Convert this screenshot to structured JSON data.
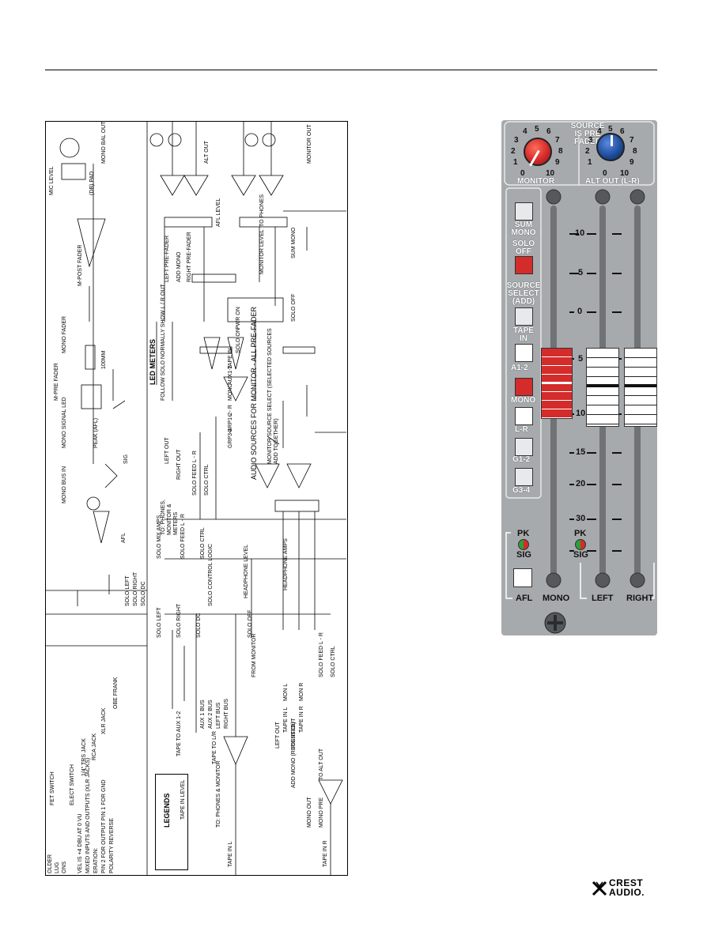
{
  "schematic": {
    "legend_title": "LEGENDS",
    "legend_items": [
      "FET SWITCH",
      "ELECT SWITCH",
      "1/4\" TRS JACK",
      "RCA JACK",
      "XLR JACK",
      "OBE FRANK"
    ],
    "legend_left_fragments": [
      "OLDER",
      "LUG",
      "ONS"
    ],
    "notes": [
      "VEL IS +4 dBu AT 0 VU",
      "MIXED INPUTS AND OUTPUTS (XLR JACKS)",
      "PIN 2 FOR OUTPUT PIN 1 FOR GND",
      "ERATION:",
      "POLARITY REVERSE"
    ],
    "mic_section": [
      "MIC LEVEL",
      "MONO BAL OUT",
      "(DB) PAD",
      "M-POST FADER",
      "MONO FADER",
      "100MM",
      "M-PRE FADER",
      "MONO SIGNAL LED",
      "PEAK (AFL)",
      "SIG",
      "MONO BUS IN",
      "AFL"
    ],
    "solo_bus": [
      "SOLO LEFT",
      "SOLO RIGHT",
      "SOLO DC"
    ],
    "solo_mix": [
      "SOLO MIX AMPS",
      "SOLO LEFT",
      "SOLO RIGHT",
      "SOLO DC",
      "SOLO CONTROL LOGIC",
      "TO: PHONES, MONITOR & METERS",
      "SOLO FEED L - R",
      "SOLO CTRL"
    ],
    "alt_out": [
      "ALT OUT",
      "AFL LEVEL",
      "LEFT PRE-FADER",
      "ADD MONO",
      "RIGHT PRE-FADER",
      "MONITOR OUT",
      "TO PHONES",
      "MONITOR LEVEL",
      "SUM MONO",
      "SOLO OFF"
    ],
    "meters": [
      "LED METERS",
      "FOLLOW SOLO NORMALLY SHOW L / R OUT",
      "PWR ON",
      "SOLO ON",
      "LEFT OUT",
      "RIGHT OUT",
      "SOLO FEED L - R",
      "SOLO CTRL"
    ],
    "monitor_sources_title": "AUDIO SOURCES FOR MONITOR - ALL PRE-FADER",
    "monitor_sources": [
      "GRP3-4",
      "GRP1-2",
      "L - R",
      "MONO",
      "AUX1-2",
      "TAPE IN"
    ],
    "monitor_source_select": "MONITOR SOURCE SELECT (SELECTED SOURCES ADD TOGETHER)",
    "tape_section": [
      "TAPE IN L",
      "TAPE IN R",
      "TAPE IN LEVEL",
      "TO: PHONES & MONITOR",
      "TAPE TO AUX 1-2",
      "TAPE TO L/R",
      "AUX 1 BUS",
      "AUX 2 BUS",
      "LEFT BUS",
      "RIGHT BUS"
    ],
    "phones_section": [
      "ADD MONO (RECESSED)",
      "MONO OUT",
      "MONO PRE",
      "TO ALT OUT",
      "LEFT OUT",
      "RIGHT OUT",
      "TAPE IN L",
      "TAPE IN R",
      "MON L",
      "MON R",
      "FROM MONITOR",
      "SOLO OFF",
      "HEADPHONE LEVEL",
      "HEADPHONE AMPS",
      "SOLO FEED L - R",
      "SOLO CTRL"
    ]
  },
  "panel": {
    "header": [
      "SOURCE",
      "IS PRE",
      "FADER"
    ],
    "monitor_knob": {
      "label": "MONITOR",
      "scale": [
        "0",
        "1",
        "2",
        "3",
        "4",
        "5",
        "6",
        "7",
        "8",
        "9",
        "10"
      ],
      "color": "#d42b2b"
    },
    "alt_knob": {
      "label": "ALT OUT (L-R)",
      "scale": [
        "0",
        "1",
        "2",
        "3",
        "4",
        "5",
        "6",
        "7",
        "8",
        "9",
        "10"
      ],
      "color": "#1f4f9e"
    },
    "buttons": [
      "SUM MONO",
      "SOLO OFF",
      "SOURCE SELECT (ADD)",
      "TAPE IN",
      "A1-2",
      "MONO",
      "L-R",
      "G1-2",
      "G3-4"
    ],
    "fader_scale": [
      "10",
      "5",
      "0",
      "5",
      "10",
      "15",
      "20",
      "30"
    ],
    "leds": [
      "PK",
      "SIG",
      "PK",
      "SIG"
    ],
    "bottom_labels": [
      "AFL",
      "MONO",
      "LEFT",
      "RIGHT"
    ],
    "colors": {
      "panel": "#a7aaad",
      "frame": "#d2d4d6",
      "red": "#d42b2b",
      "blue": "#1f4f9e"
    }
  },
  "brand": {
    "line1": "CREST",
    "line2": "AUDIO."
  }
}
